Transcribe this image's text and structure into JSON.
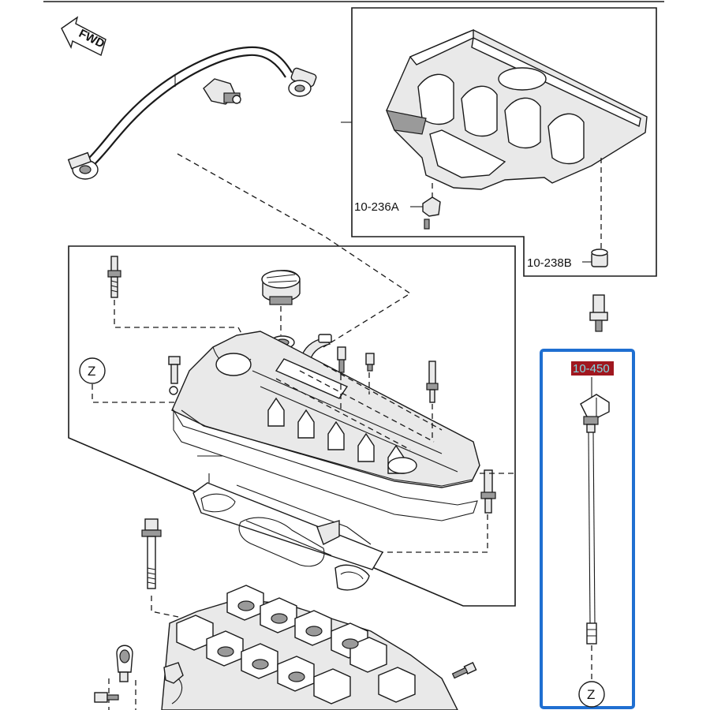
{
  "diagram": {
    "direction_label": "FWD",
    "zone_marker": "Z",
    "callouts": {
      "engine_cover_clip": "10-236A",
      "engine_cover_grommet": "10-238B",
      "dipstick": "10-450"
    },
    "highlight_color": "#1f6fd1",
    "callout_highlight_bg": "#a0171f",
    "callout_highlight_text": "#7fd9e3"
  }
}
